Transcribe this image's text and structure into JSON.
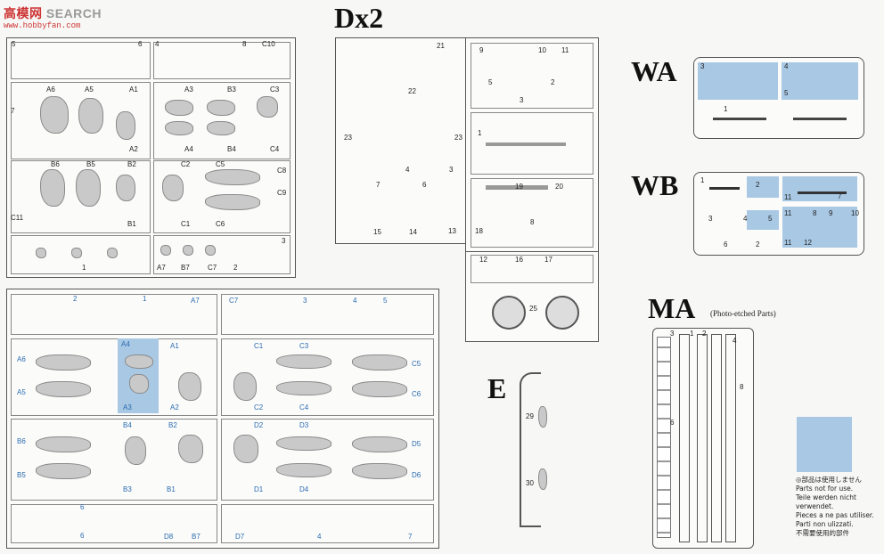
{
  "watermark": {
    "logo": "高模网",
    "brand": "SEARCH",
    "url": "www.hobbyfan.com"
  },
  "sprue_names": {
    "dx2": "Dx2",
    "wa": "WA",
    "wb": "WB",
    "e": "E",
    "ma": "MA",
    "ma_sub": "(Photo-etched Parts)"
  },
  "sprue_a_labels": [
    "5",
    "6",
    "4",
    "8",
    "C10",
    "A6",
    "A5",
    "A1",
    "A3",
    "B3",
    "C3",
    "7",
    "A2",
    "A4",
    "B4",
    "C4",
    "B6",
    "B5",
    "B2",
    "C2",
    "C5",
    "C8",
    "C9",
    "C11",
    "B1",
    "C1",
    "C6",
    "1",
    "A7",
    "B7",
    "C7",
    "2",
    "3"
  ],
  "sprue_b_labels": [
    "2",
    "1",
    "A7",
    "C7",
    "3",
    "4",
    "5",
    "A6",
    "A4",
    "A1",
    "C1",
    "C3",
    "C5",
    "A5",
    "A3",
    "A2",
    "C2",
    "C4",
    "C6",
    "B4",
    "B2",
    "D2",
    "D3",
    "B6",
    "D5",
    "B5",
    "B3",
    "B1",
    "D1",
    "D4",
    "D6",
    "6",
    "6",
    "D8",
    "B7",
    "D7",
    "4",
    "7"
  ],
  "dx2_labels": [
    "21",
    "9",
    "10",
    "11",
    "22",
    "5",
    "2",
    "3",
    "23",
    "23",
    "1",
    "4",
    "3",
    "7",
    "6",
    "19",
    "20",
    "15",
    "14",
    "13",
    "18",
    "8",
    "12",
    "16",
    "17",
    "25"
  ],
  "wa_labels": [
    "3",
    "4",
    "5",
    "1"
  ],
  "wb_labels": [
    "1",
    "2",
    "11",
    "7",
    "3",
    "4",
    "5",
    "11",
    "8",
    "9",
    "10",
    "6",
    "2",
    "11",
    "12"
  ],
  "e_labels": [
    "29",
    "30"
  ],
  "ma_labels": [
    "3",
    "1",
    "2",
    "4",
    "6",
    "8"
  ],
  "legend": {
    "color": "#a9c8e4",
    "lines": [
      "◎部品は使用しません",
      "Parts not for use.",
      "Teile werden nicht verwendet.",
      "Pieces a ne pas utiliser.",
      "Parti non ulizzati.",
      "不需要使用的部件"
    ]
  }
}
